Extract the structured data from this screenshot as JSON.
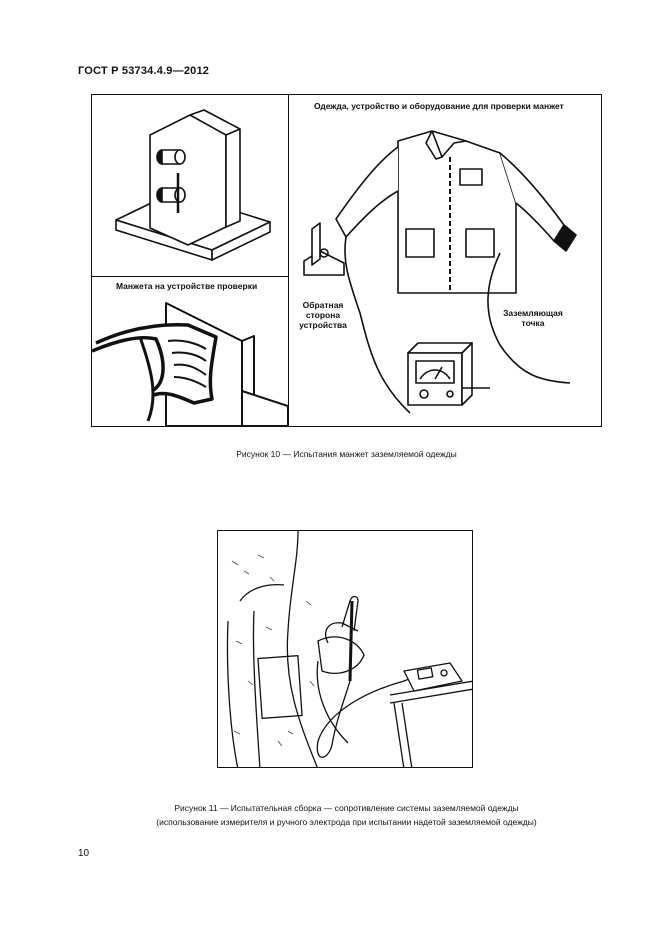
{
  "header": {
    "standard": "ГОСТ Р 53734.4.9—2012"
  },
  "figure10": {
    "panel_bottom_left_title": "Манжета на устройстве проверки",
    "panel_right_title": "Одежда, устройство и оборудование для проверки манжет",
    "label_device_back": [
      "Обратная",
      "сторона",
      "устройства"
    ],
    "label_ground_point": [
      "Заземляющая",
      "точка"
    ],
    "caption": "Рисунок 10 — Испытания манжет заземляемой одежды"
  },
  "figure11": {
    "caption_line1": "Рисунок 11 — Испытательная сборка — сопротивление системы заземляемой одежды",
    "caption_line2": "(использование измерителя и ручного электрода при испытании надетой заземляемой одежды)"
  },
  "page_number": "10"
}
